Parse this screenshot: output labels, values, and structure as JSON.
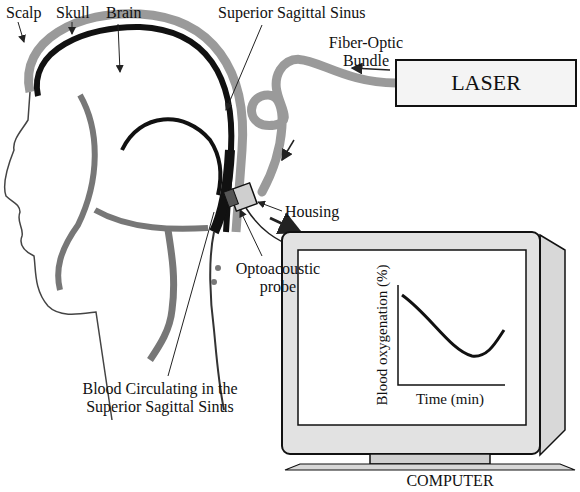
{
  "diagram": {
    "nodes": [
      {
        "text": [
          "LASER"
        ]
      },
      {
        "text": [
          "Blood oxygenation (%)",
          "Time (min)"
        ]
      }
    ],
    "labels": [
      "Scalp",
      "Skull",
      "Brain",
      "Superior Sagittal Sinus",
      "Fiber-Optic Bundle",
      "Housing",
      "Optoacoustic probe",
      "Blood Circulating in the Superior Sagittal Sinus",
      "COMPUTER"
    ]
  }
}
